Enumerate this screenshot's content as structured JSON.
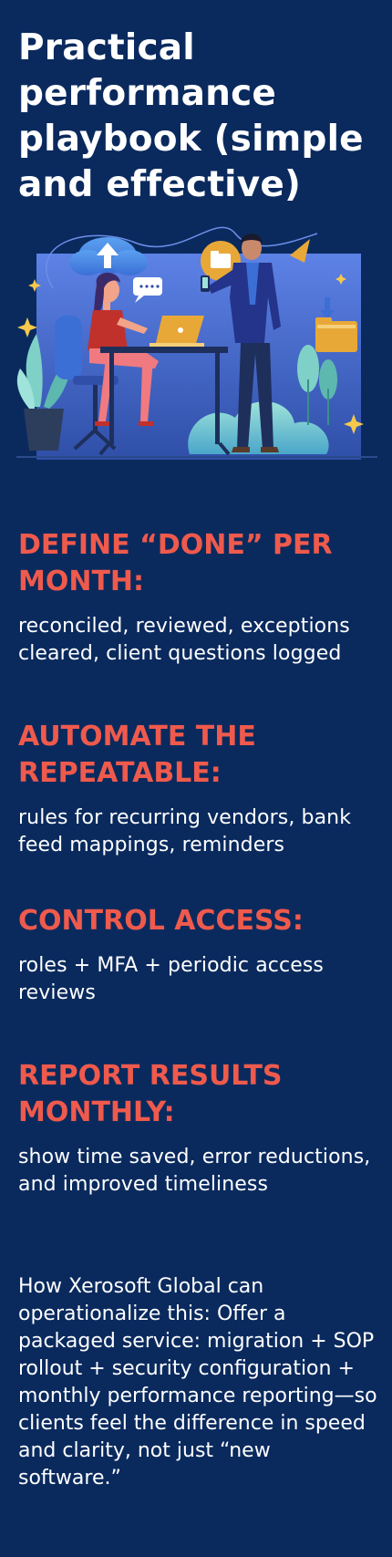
{
  "title": "Practical performance playbook (simple and effective)",
  "illustration": {
    "name": "team-working-illustration",
    "colors": {
      "background": "#0a2a5e",
      "panel": "#4a6ed8",
      "accent": "#ef5a4c",
      "folder": "#e8a838",
      "plant": "#7fd1c7"
    }
  },
  "sections": [
    {
      "heading": "DEFINE “DONE” PER MONTH:",
      "body": "reconciled, reviewed, exceptions cleared, client questions logged"
    },
    {
      "heading": "AUTOMATE THE REPEATABLE:",
      "body": "rules for recurring vendors, bank feed mappings, reminders"
    },
    {
      "heading": "CONTROL ACCESS:",
      "body": "roles + MFA + periodic access reviews"
    },
    {
      "heading": "REPORT RESULTS MONTHLY:",
      "body": "show time saved, error reductions, and improved timeliness"
    }
  ],
  "closing": "How Xerosoft Global can operationalize this: Offer a packaged service: migration + SOP rollout + security configuration + monthly performance reporting—so clients feel the difference in speed and clarity, not just “new software.”"
}
